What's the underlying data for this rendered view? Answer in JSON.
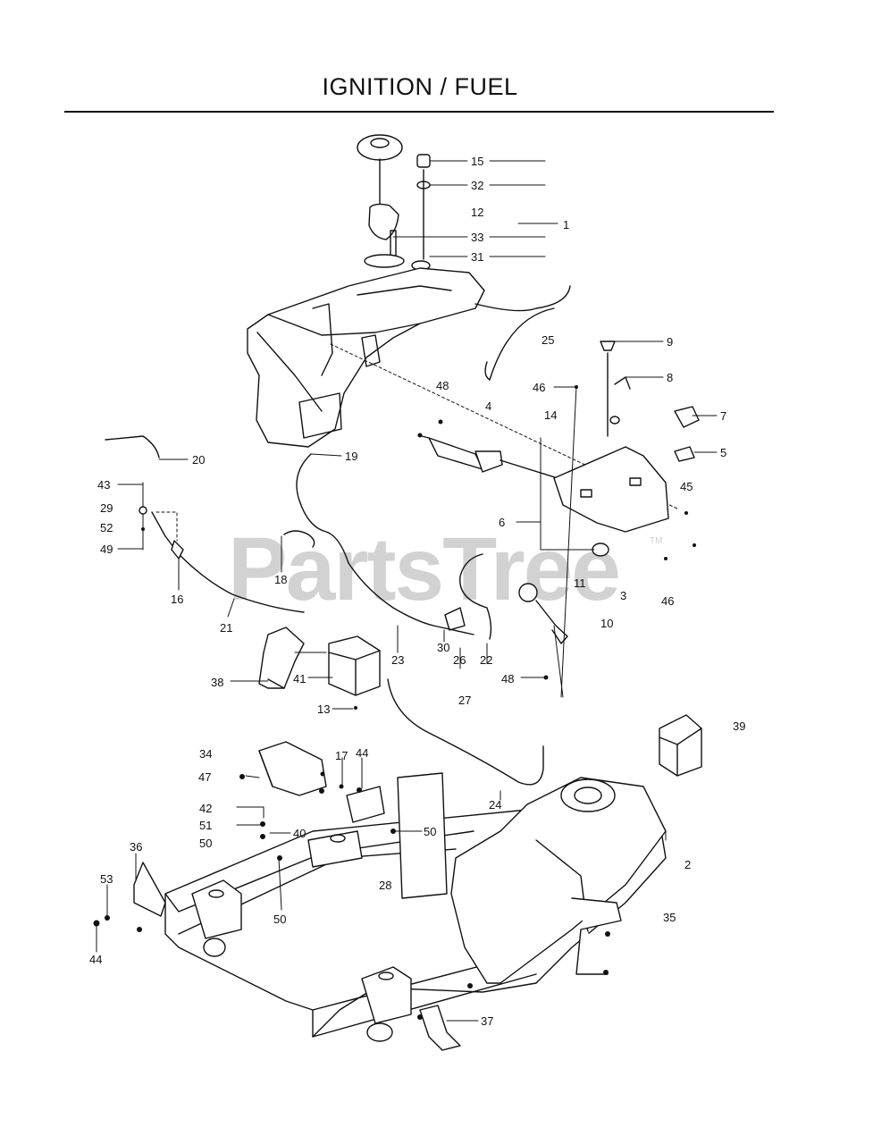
{
  "title": "IGNITION / FUEL",
  "watermark": "PartsTree",
  "watermark_mark": "TM",
  "callouts": [
    "15",
    "32",
    "12",
    "1",
    "33",
    "31",
    "25",
    "9",
    "8",
    "46",
    "48",
    "4",
    "14",
    "7",
    "5",
    "45",
    "6",
    "11",
    "3",
    "46",
    "10",
    "20",
    "19",
    "43",
    "29",
    "52",
    "49",
    "16",
    "18",
    "21",
    "30",
    "26",
    "22",
    "23",
    "48",
    "27",
    "41",
    "38",
    "13",
    "39",
    "34",
    "17",
    "44",
    "47",
    "42",
    "51",
    "40",
    "50",
    "50",
    "36",
    "53",
    "28",
    "2",
    "50",
    "35",
    "44",
    "37",
    "24"
  ]
}
